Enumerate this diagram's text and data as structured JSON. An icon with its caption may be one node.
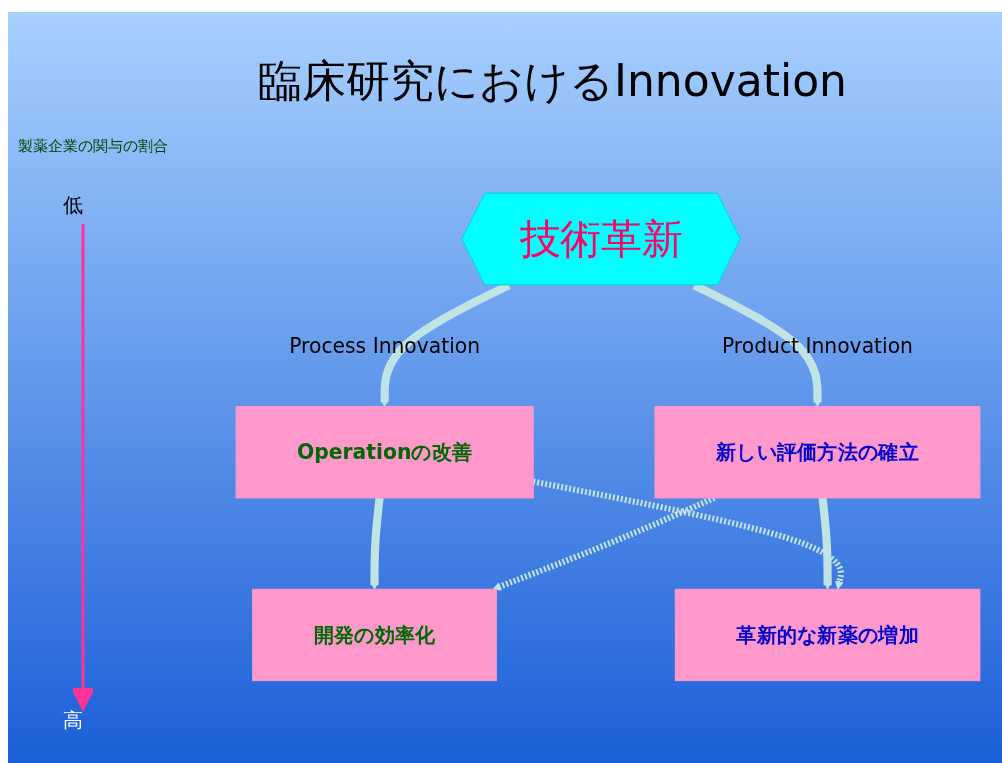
{
  "diagram": {
    "title": "臨床研究におけるInnovation",
    "nodes": [
      {
        "text": [
          "技術革新"
        ]
      },
      {
        "text": [
          "Operationの改善"
        ]
      },
      {
        "text": [
          "新しい評価方法の確立"
        ]
      },
      {
        "text": [
          "開発の効率化"
        ]
      },
      {
        "text": [
          "革新的な新薬の増加"
        ]
      }
    ],
    "edges": [
      {
        "from": 0,
        "to": 1,
        "arrow": "to",
        "label": "Process Innovation"
      },
      {
        "from": 0,
        "to": 2,
        "arrow": "to",
        "label": "Product Innovation"
      },
      {
        "from": 1,
        "to": 3,
        "arrow": "to"
      },
      {
        "from": 2,
        "to": 4,
        "arrow": "to"
      },
      {
        "from": 1,
        "to": 4,
        "arrow": "to",
        "style": "dashed"
      },
      {
        "from": 2,
        "to": 3,
        "arrow": "to",
        "style": "dashed"
      }
    ],
    "labels": [
      "製薬企業の関与の割合",
      "低",
      "高"
    ]
  }
}
